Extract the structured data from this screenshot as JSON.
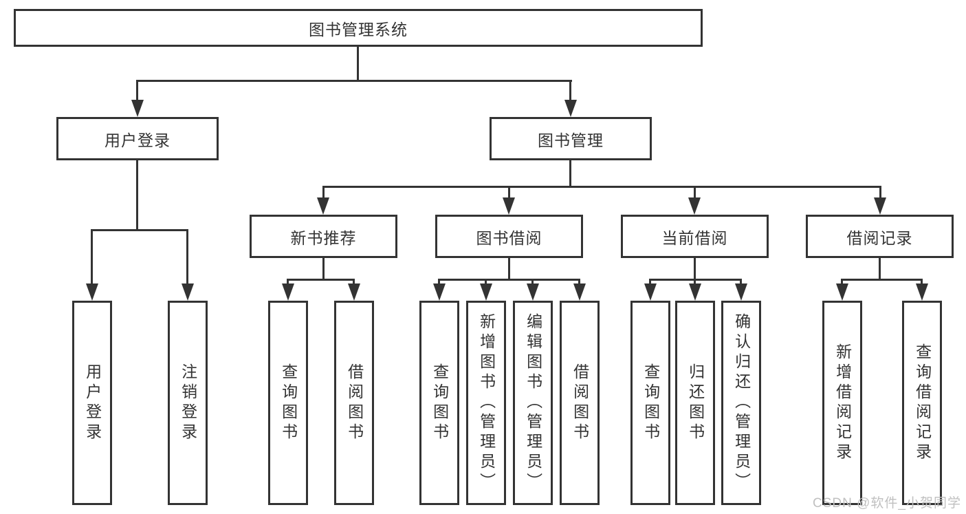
{
  "tree": {
    "root": {
      "label": "图书管理系统"
    },
    "branches": [
      {
        "label": "用户登录",
        "children": [
          "用户登录",
          "注销登录"
        ]
      },
      {
        "label": "图书管理",
        "groups": [
          {
            "label": "新书推荐",
            "children": [
              "查询图书",
              "借阅图书"
            ]
          },
          {
            "label": "图书借阅",
            "children": [
              "查询图书",
              "新增图书（管理员）",
              "编辑图书（管理员）",
              "借阅图书"
            ]
          },
          {
            "label": "当前借阅",
            "children": [
              "查询图书",
              "归还图书",
              "确认归还（管理员）"
            ]
          },
          {
            "label": "借阅记录",
            "children": [
              "新增借阅记录",
              "查询借阅记录"
            ]
          }
        ]
      }
    ]
  },
  "watermark": "CSDN @软件_小贺同学",
  "colors": {
    "line": "#333333",
    "box_border": "#333333",
    "text": "#333333",
    "watermark": "#c0c0c0",
    "background": "#ffffff"
  }
}
